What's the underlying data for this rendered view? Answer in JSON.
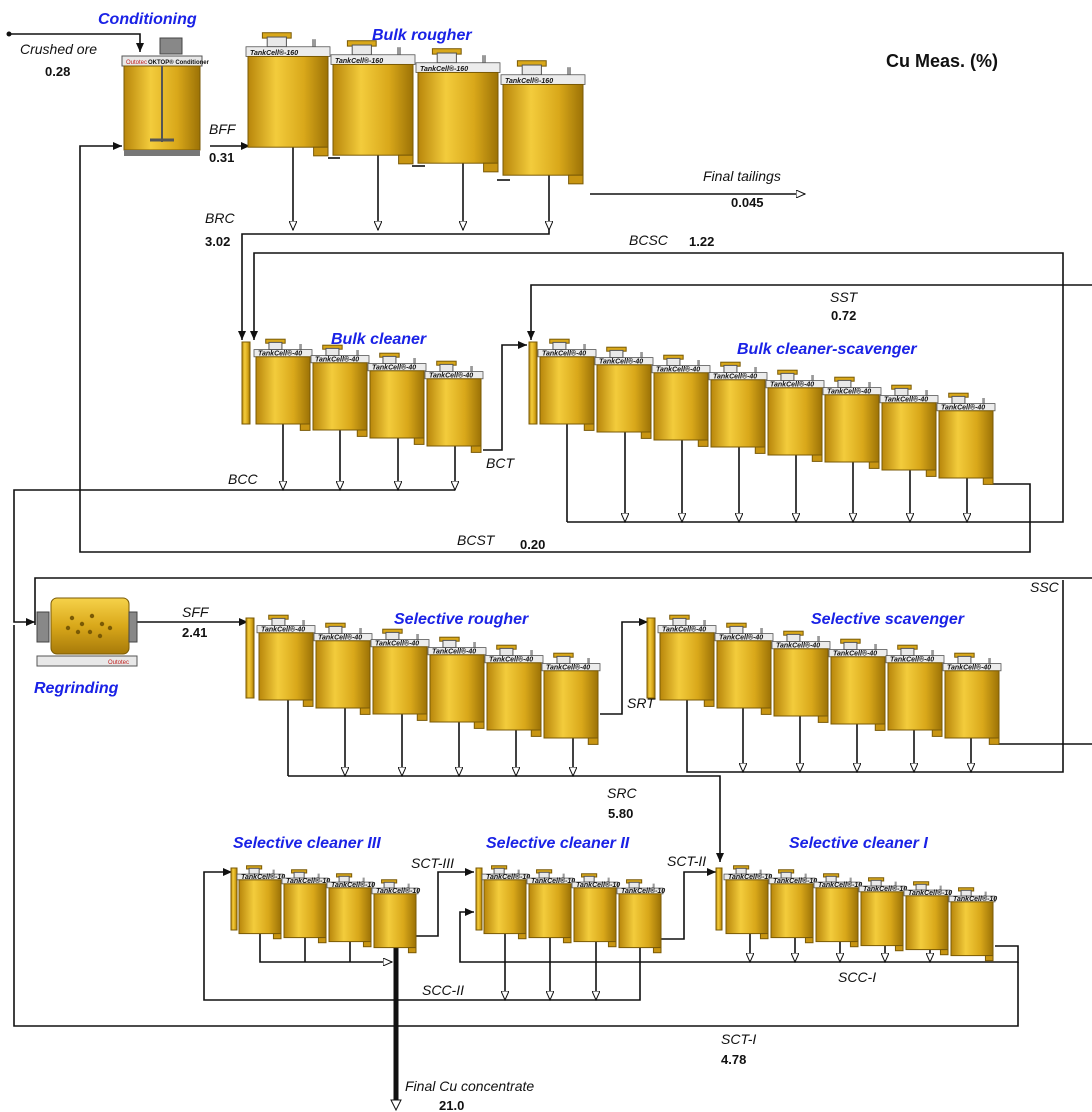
{
  "header": {
    "title": "Cu Meas. (%)"
  },
  "colors": {
    "tank_gold": "#d9a81a",
    "tank_dark": "#a77a0a",
    "title_blue": "#1a22e6",
    "brand_red": "#c0201e"
  },
  "sections": {
    "conditioning": "Conditioning",
    "bulk_rougher": "Bulk rougher",
    "bulk_cleaner": "Bulk cleaner",
    "bulk_cleaner_scavenger": "Bulk cleaner-scavenger",
    "selective_rougher": "Selective rougher",
    "selective_scavenger": "Selective scavenger",
    "regrinding": "Regrinding",
    "selective_cleaner_iii": "Selective cleaner III",
    "selective_cleaner_ii": "Selective cleaner II",
    "selective_cleaner_i": "Selective cleaner I"
  },
  "equipment": {
    "conditioner_brand": "Outotec",
    "conditioner_model": "OKTOP® Conditioner",
    "tank_160": "TankCell®-160",
    "tank_40": "TankCell®-40",
    "tank_10": "TankCell®-10",
    "mill_brand": "Outotec"
  },
  "streams": {
    "crushed_ore": {
      "label": "Crushed ore",
      "value": "0.28"
    },
    "bff": {
      "label": "BFF",
      "value": "0.31"
    },
    "final_tailings": {
      "label": "Final tailings",
      "value": "0.045"
    },
    "brc": {
      "label": "BRC",
      "value": "3.02"
    },
    "bcsc": {
      "label": "BCSC",
      "value": "1.22"
    },
    "sst": {
      "label": "SST",
      "value": "0.72"
    },
    "bct": {
      "label": "BCT"
    },
    "bcc": {
      "label": "BCC"
    },
    "bcst": {
      "label": "BCST",
      "value": "0.20"
    },
    "ssc": {
      "label": "SSC"
    },
    "sff": {
      "label": "SFF",
      "value": "2.41"
    },
    "srt": {
      "label": "SRT"
    },
    "src": {
      "label": "SRC",
      "value": "5.80"
    },
    "sct_iii": {
      "label": "SCT-III"
    },
    "sct_ii": {
      "label": "SCT-II"
    },
    "scc_ii": {
      "label": "SCC-II"
    },
    "scc_i": {
      "label": "SCC-I"
    },
    "sct_i": {
      "label": "SCT-I",
      "value": "4.78"
    },
    "final_cu_conc": {
      "label": "Final Cu concentrate",
      "value": "21.0"
    }
  }
}
